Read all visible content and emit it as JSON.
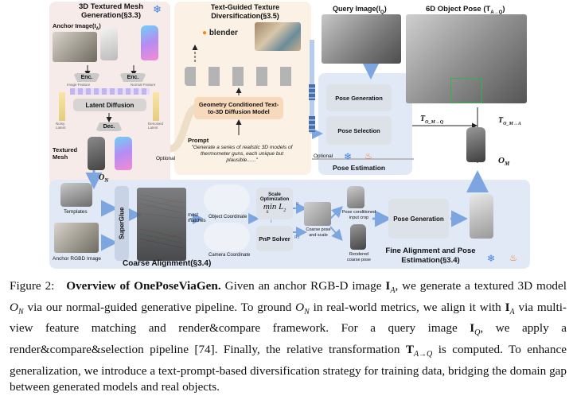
{
  "sections": {
    "mesh_gen": "3D Textured Mesh Generation(§3.3)",
    "anchor_image": "Anchor Image(I",
    "anchor_image_sub": "A",
    "enc_left": "Enc.",
    "enc_right": "Enc.",
    "image_feature": "Image Feature",
    "normal_feature": "Normal Feature",
    "latent_diffusion": "Latent Diffusion",
    "dec": "Dec.",
    "noisy_latent": "Noisy Latent",
    "denoised_latent": "Denoised Latent",
    "textured_mesh": "Textured Mesh",
    "texture_div": "Text-Guided Texture Diversification(§3.5)",
    "blender": "blender",
    "geo_model": "Geometry Conditioned Text-to-3D Diffusion Model",
    "prompt_title": "Prompt",
    "prompt_text": "\"Generate a series of realistic 3D models of thermometer guns, each unique but plausible......\"",
    "optional_left": "Optional",
    "optional_right": "Optional",
    "query_image": "Query Image(I",
    "query_image_sub": "Q",
    "pose_6d": "6D Object Pose (T",
    "pose_6d_sub": "A→Q",
    "pose_generation_top": "Pose Generation",
    "pose_selection": "Pose Selection",
    "pose_estimation": "Pose Estimation",
    "t_om_q": "T",
    "t_om_q_sub": "O_M→Q",
    "t_om_a": "T",
    "t_om_a_sub": "O_M→A",
    "o_m": "O",
    "o_m_sub": "M",
    "o_n": "O",
    "o_n_sub": "N",
    "templates": "Templates",
    "anchor_rgbd": "Anchor RGBD Image",
    "superglue": "SuperGlue",
    "most_matches": "most matches",
    "object_coordinate": "Object Coordinate",
    "camera_coordinate": "Camera Coordinate",
    "scale_opt": "Scale Optimization",
    "min_l2": "min L",
    "min_l2_sub": "2",
    "min_s": "s",
    "pnp": "PnP Solver",
    "coarse_pose_scale": "Coarse pose and scale",
    "pose_cond_crop": "Pose conditioned input crop",
    "rendered_coarse": "Rendered coarse pose",
    "pose_generation_bottom": "Pose Generation",
    "coarse_alignment": "Coarse Alignment(§3.4)",
    "fine_alignment": "Fine Alignment and Pose Estimation(§3.4)",
    "r1": "R",
    "t1": "t",
    "r2": "R,t"
  },
  "icons": [
    "snowflake-icon",
    "flame-icon",
    "blender-logo-icon"
  ],
  "colors": {
    "panel_pink": "#f6ebe8",
    "panel_cream": "#fbf1e4",
    "panel_blue": "#e2e9f6",
    "box_peach": "#f7d9bb",
    "box_grey": "#dde1e8",
    "arrow_blue": "#7da6e0",
    "arrow_beige": "#eedec8",
    "snow": "#3f7fe0",
    "flame": "#f26a1b"
  },
  "caption": {
    "label": "Figure 2:",
    "title": "Overview of OnePoseViaGen.",
    "line1": " Given an anchor RGB-D image ",
    "IA": "I",
    "IA_sub": "A",
    "line1b": ", we generate a textured 3D model ",
    "ON": "O",
    "ON_sub": "N",
    "line2": " via our normal-guided generative pipeline. To ground ",
    "ON2": "O",
    "ON2_sub": "N",
    "line2b": " in real-world metrics, we align it with ",
    "IA2": "I",
    "IA2_sub": "A",
    "line3": " via multi-view feature matching and render&compare framework. For a query image ",
    "IQ": "I",
    "IQ_sub": "Q",
    "line4": ", we apply a render&compare&selection pipeline [74]. Finally, the relative transformation ",
    "T": "T",
    "T_sub": "A→Q",
    "line5": " is computed. To enhance generalization, we introduce a text-prompt-based diversification strategy for training data, bridging the domain gap between generated models and real objects."
  }
}
